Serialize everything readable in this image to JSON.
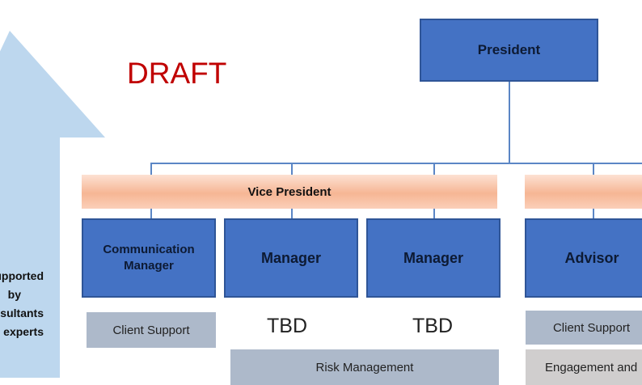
{
  "watermark": "DRAFT",
  "side_arrow": {
    "lines": [
      "Supported",
      "by",
      "consultants",
      "and experts"
    ]
  },
  "chart": {
    "president": "President",
    "vice_president_bar": "Vice President",
    "boxes": {
      "communication_manager": "Communication Manager",
      "manager_1": "Manager",
      "manager_2": "Manager",
      "advisor": "Advisor"
    },
    "below": {
      "client_support_left": "Client Support",
      "tbd_1": "TBD",
      "tbd_2": "TBD",
      "client_support_right": "Client Support",
      "risk_management": "Risk Management",
      "engagement": "Engagement and"
    }
  },
  "colors": {
    "box_fill": "#4472c4",
    "box_border": "#2f5597",
    "bar_fill": "#f6b694",
    "gray_fill": "#adb9ca",
    "arrow_fill": "#bdd7ee",
    "draft_text": "#c00000"
  }
}
